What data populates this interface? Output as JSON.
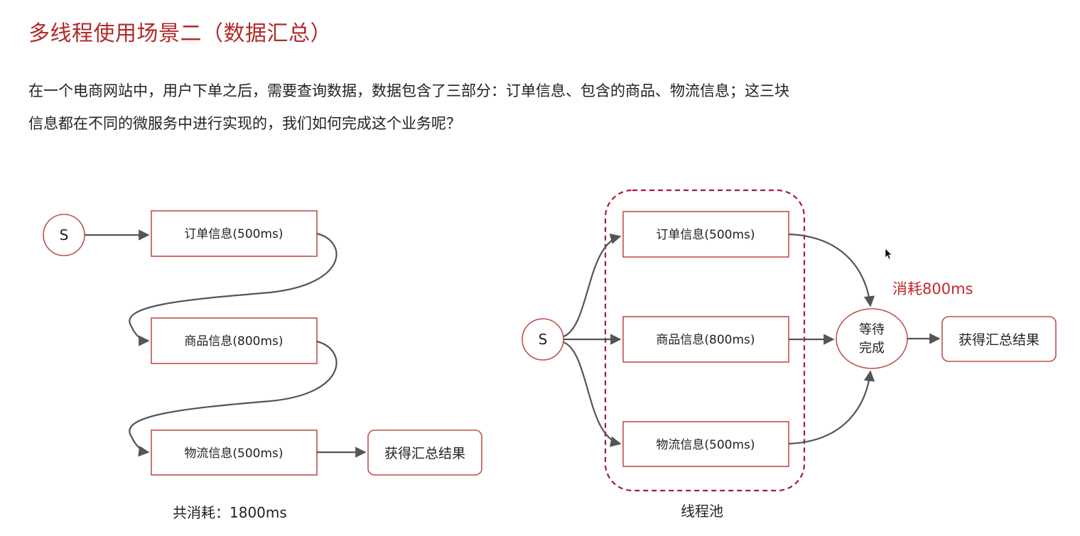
{
  "title": "多线程使用场景二（数据汇总）",
  "description": {
    "line1": "在一个电商网站中，用户下单之后，需要查询数据，数据包含了三部分：订单信息、包含的商品、物流信息；这三块",
    "line2": "信息都在不同的微服务中进行实现的，我们如何完成这个业务呢？"
  },
  "left_diagram": {
    "start": "S",
    "order": "订单信息(500ms)",
    "goods": "商品信息(800ms)",
    "logistics": "物流信息(500ms)",
    "result": "获得汇总结果",
    "caption": "共消耗：1800ms"
  },
  "right_diagram": {
    "start": "S",
    "order": "订单信息(500ms)",
    "goods": "商品信息(800ms)",
    "logistics": "物流信息(500ms)",
    "wait_line1": "等待",
    "wait_line2": "完成",
    "result": "获得汇总结果",
    "cost": "消耗800ms",
    "pool_caption": "线程池"
  },
  "colors": {
    "title": "#b22a2a",
    "node_border": "#c0504d",
    "pool_border": "#a51c30",
    "cost_text": "#c4262e"
  }
}
